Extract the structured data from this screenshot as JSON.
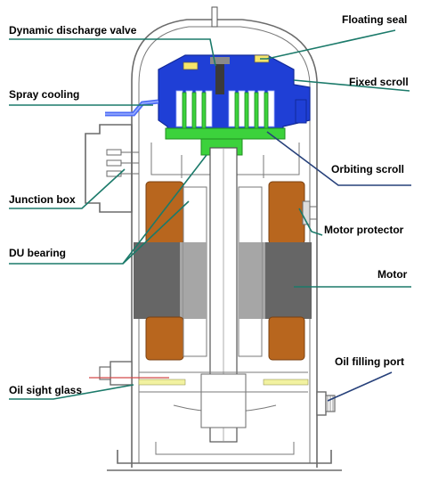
{
  "labels": {
    "dynamic_discharge_valve": "Dynamic discharge valve",
    "floating_seal": "Floating seal",
    "spray_cooling": "Spray cooling",
    "fixed_scroll": "Fixed scroll",
    "orbiting_scroll": "Orbiting scroll",
    "junction_box": "Junction box",
    "motor_protector": "Motor protector",
    "du_bearing": "DU bearing",
    "motor": "Motor",
    "oil_filling_port": "Oil filling port",
    "oil_sight_glass": "Oil sight glass"
  },
  "colors": {
    "fixed_scroll": "#1f3fd6",
    "orbiting_scroll": "#3cd23c",
    "motor_winding": "#b8661e",
    "stator_dark": "#666666",
    "stator_light": "#a6a6a6",
    "oil_level": "#f2f2a0",
    "leader": "#1b7a6a",
    "seal": "#f7e66a"
  }
}
